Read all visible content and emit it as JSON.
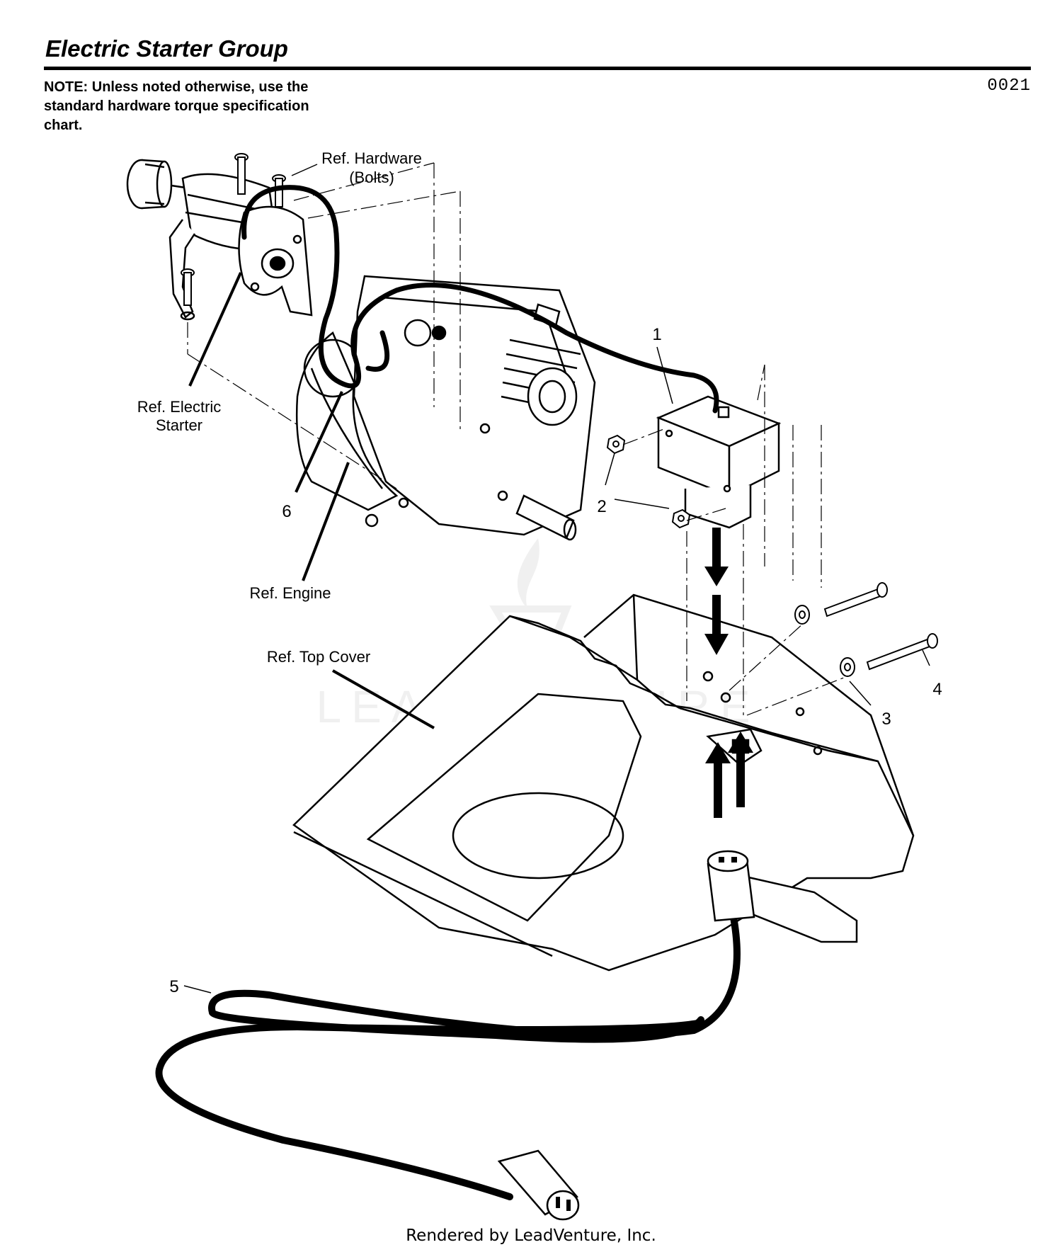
{
  "header": {
    "title": "Electric Starter Group",
    "note": "NOTE: Unless noted otherwise, use the standard hardware torque specification chart.",
    "diagram_code": "0021"
  },
  "labels": {
    "ref_hardware_line1": "Ref. Hardware",
    "ref_hardware_line2": "(Bolts)",
    "ref_electric_line1": "Ref. Electric",
    "ref_electric_line2": "Starter",
    "ref_engine": "Ref. Engine",
    "ref_top_cover": "Ref. Top Cover"
  },
  "callouts": {
    "c1": "1",
    "c2a": "2",
    "c2b": "2",
    "c3": "3",
    "c4": "4",
    "c5": "5",
    "c6": "6"
  },
  "watermark": "LEADVENTURE",
  "footer": "Rendered by LeadVenture, Inc."
}
